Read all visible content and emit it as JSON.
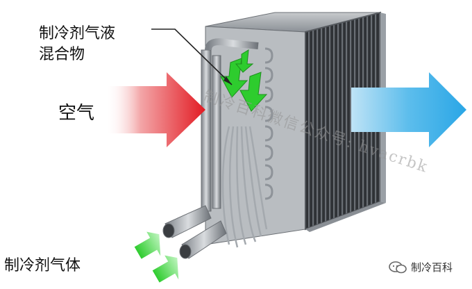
{
  "labels": {
    "refrigerant_mix_line1": "制冷剂气液",
    "refrigerant_mix_line2": "混合物",
    "air": "空气",
    "refrigerant_gas": "制冷剂气体"
  },
  "watermark": "制冷百科微信公众号: hvacrbk",
  "brand": {
    "name": "制冷百科"
  },
  "colors": {
    "air_in_arrow": "#e21a22",
    "air_out_arrow": "#2aa6e6",
    "refrigerant_arrow": "#2ecc2e",
    "coil_metal": "#9aa0a6",
    "fins": "#3b3f44"
  }
}
